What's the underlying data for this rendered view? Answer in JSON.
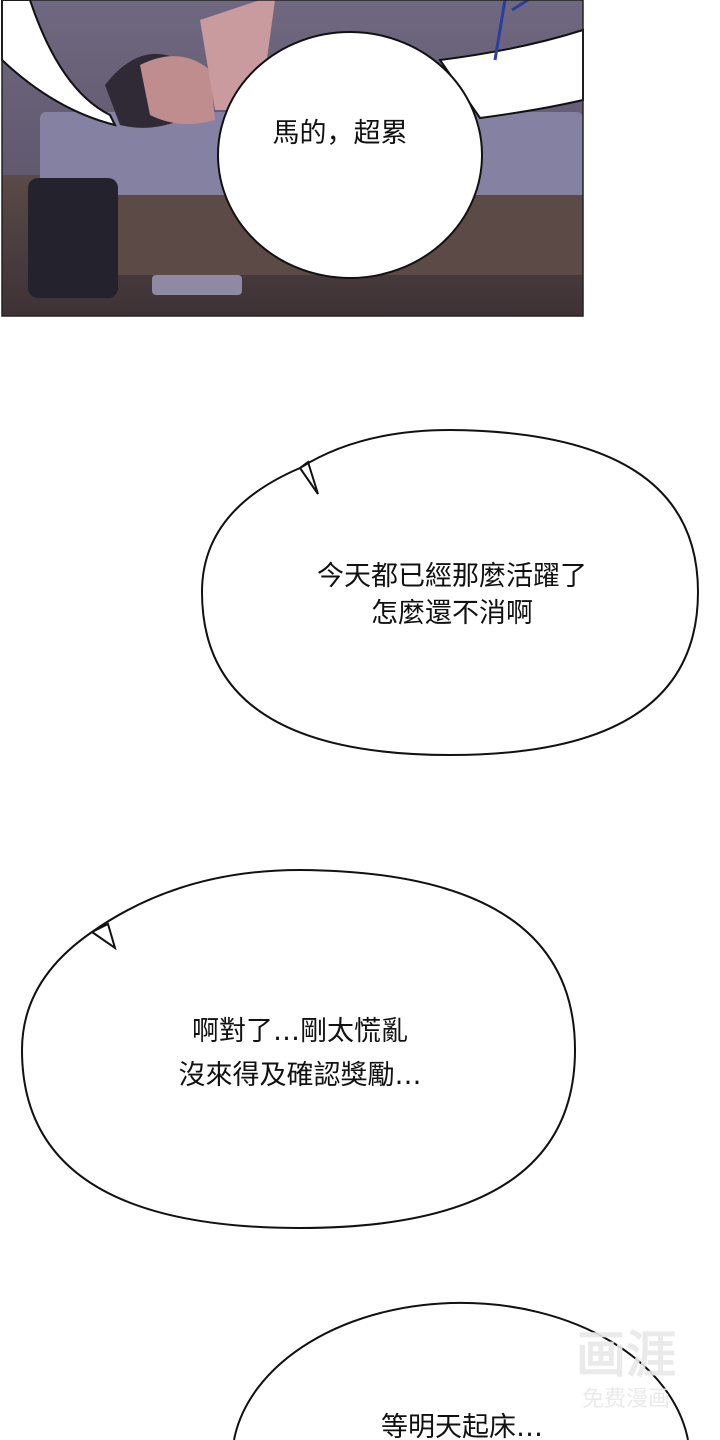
{
  "panel_top": {
    "bubble_text": "馬的，超累"
  },
  "bubbles": [
    {
      "lines": [
        "今天都已經那麼活躍了",
        "怎麼還不消啊"
      ]
    },
    {
      "lines": [
        "啊對了…剛太慌亂",
        "沒來得及確認獎勵…"
      ]
    },
    {
      "lines": [
        "等明天起床…"
      ]
    }
  ],
  "watermark": {
    "logo": "画涯",
    "subtitle": "免费漫画"
  },
  "colors": {
    "scene_wall": "#5c5468",
    "scene_bed": "#8a86a6",
    "scene_floor": "#4a3c3c",
    "skin": "#c99a9e",
    "outline": "#111111"
  }
}
